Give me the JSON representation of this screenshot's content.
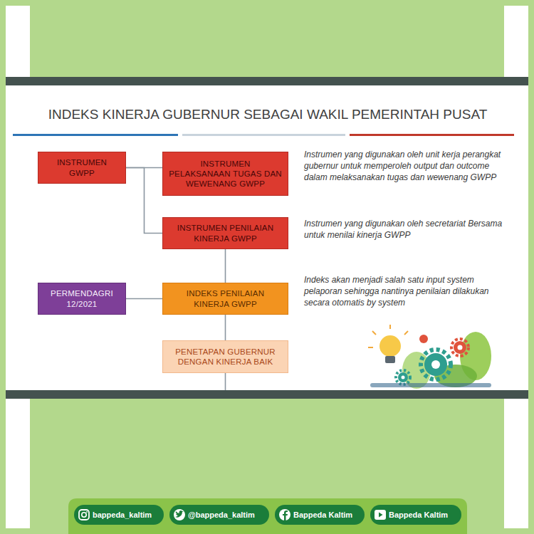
{
  "diagram": {
    "title": "INDEKS KINERJA GUBERNUR SEBAGAI WAKIL PEMERINTAH PUSAT",
    "nodes": [
      {
        "text": [
          "INSTRUMEN GWPP"
        ]
      },
      {
        "text": [
          "INSTRUMEN PELAKSANAAN TUGAS DAN WEWENANG GWPP"
        ]
      },
      {
        "text": [
          "INSTRUMEN PENILAIAN KINERJA GWPP"
        ]
      },
      {
        "text": [
          "PERMENDAGRI 12/2021"
        ]
      },
      {
        "text": [
          "INDEKS PENILAIAN KINERJA GWPP"
        ]
      },
      {
        "text": [
          "PENETAPAN GUBERNUR DENGAN KINERJA BAIK"
        ]
      }
    ],
    "edges": [
      {
        "from": 0,
        "to": 1,
        "arrow": "none"
      },
      {
        "from": 0,
        "to": 2,
        "arrow": "none"
      },
      {
        "from": 2,
        "to": 4,
        "arrow": "none"
      },
      {
        "from": 3,
        "to": 4,
        "arrow": "none"
      },
      {
        "from": 4,
        "to": 5,
        "arrow": "none"
      }
    ],
    "labels": [
      "Instrumen yang digunakan oleh unit kerja perangkat gubernur untuk memperoleh output dan outcome dalam melaksanakan tugas dan wewenang GWPP",
      "Instrumen yang digunakan oleh secretariat Bersama untuk menilai kinerja GWPP",
      "Indeks akan menjadi salah satu input system pelaporan sehingga nantinya penilaian dilakukan secara otomatis by system",
      "bappeda_kaltim",
      "@bappeda_kaltim",
      "Bappeda Kaltim",
      "Bappeda Kaltim"
    ]
  }
}
